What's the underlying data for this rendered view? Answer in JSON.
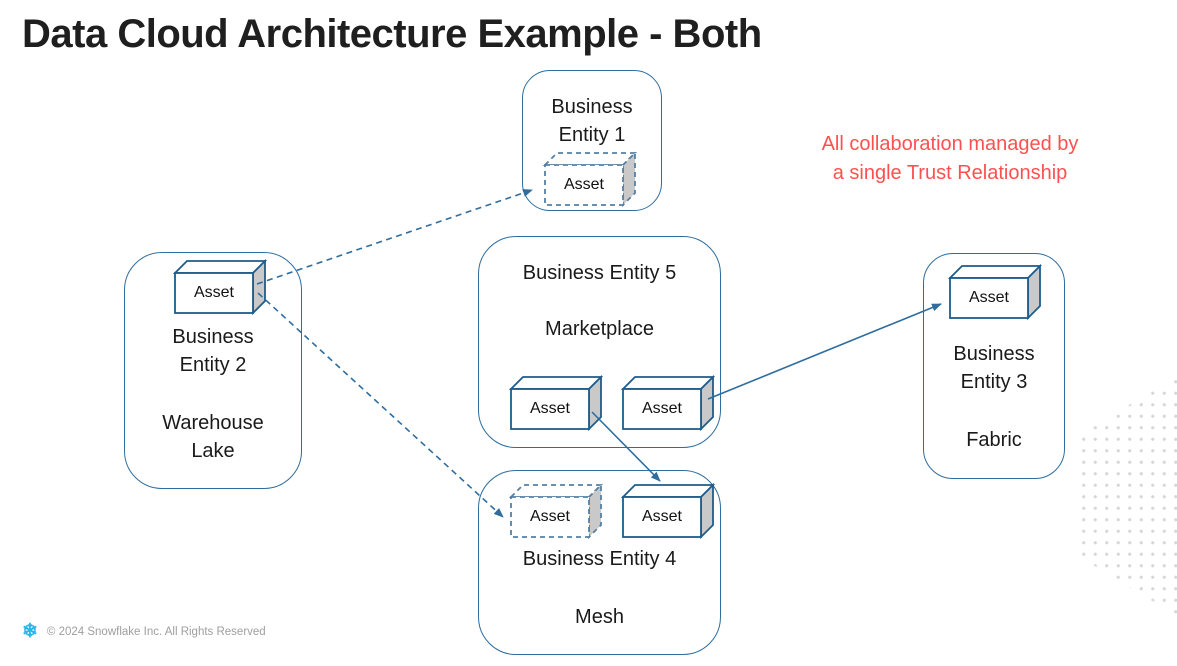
{
  "title": "Data Cloud Architecture Example - Both",
  "annotation": {
    "lines": [
      "All collaboration managed by",
      "a single Trust Relationship"
    ]
  },
  "entities": {
    "be1": {
      "name": [
        "Business",
        "Entity 1"
      ],
      "assets": [
        {
          "label": "Asset",
          "variant": "dashed"
        }
      ]
    },
    "be2": {
      "name": [
        "Business",
        "Entity 2"
      ],
      "subtitle": [
        "Warehouse",
        "Lake"
      ],
      "assets": [
        {
          "label": "Asset",
          "variant": "solid"
        }
      ]
    },
    "be5": {
      "name": [
        "Business Entity 5"
      ],
      "subtitle": [
        "Marketplace"
      ],
      "assets": [
        {
          "label": "Asset",
          "variant": "solid"
        },
        {
          "label": "Asset",
          "variant": "solid"
        }
      ]
    },
    "be3": {
      "name": [
        "Business",
        "Entity 3"
      ],
      "subtitle": [
        "Fabric"
      ],
      "assets": [
        {
          "label": "Asset",
          "variant": "solid"
        }
      ]
    },
    "be4": {
      "name": [
        "Business Entity 4"
      ],
      "subtitle": [
        "Mesh"
      ],
      "assets": [
        {
          "label": "Asset",
          "variant": "dashed"
        },
        {
          "label": "Asset",
          "variant": "solid"
        }
      ]
    }
  },
  "connections": [
    {
      "from": "Business Entity 2 / Asset",
      "to": "Business Entity 1 / Asset",
      "style": "dashed"
    },
    {
      "from": "Business Entity 2 / Asset",
      "to": "Business Entity 4 / dashed Asset",
      "style": "dashed"
    },
    {
      "from": "Business Entity 5 / left Asset",
      "to": "Business Entity 4 / solid Asset",
      "style": "solid"
    },
    {
      "from": "Business Entity 5 / right Asset",
      "to": "Business Entity 3 / Asset",
      "style": "solid"
    }
  ],
  "footer": {
    "logo_glyph": "❄",
    "copyright": "© 2024 Snowflake Inc. All Rights Reserved"
  },
  "colors": {
    "accent": "#2e6d9e",
    "assetBorder": "#1d5c8c",
    "dashedBorder": "#5580a5",
    "faceGray": "#c9c9c9",
    "annotation": "#ff5050",
    "titleColor": "#1f1f1f",
    "snowflake": "#29b5e8",
    "footerText": "#9e9e9e",
    "dots": "#d8d8d8"
  }
}
